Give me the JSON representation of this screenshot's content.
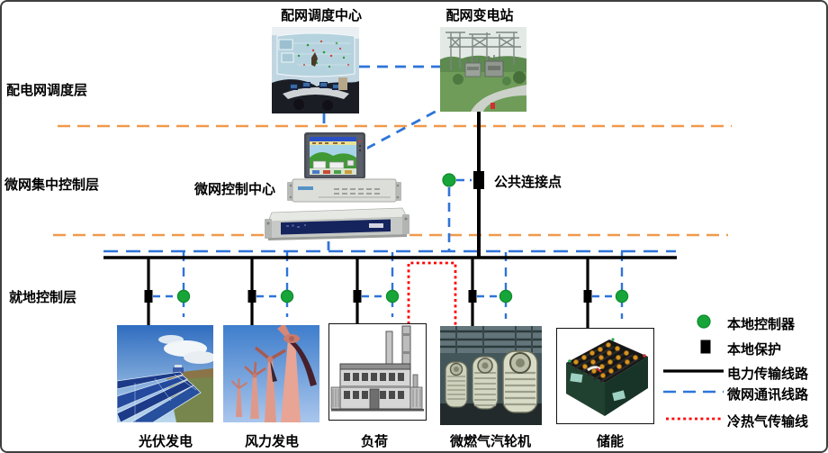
{
  "titles": {
    "dispatch_center": "配网调度中心",
    "substation": "配网变电站",
    "control_center": "微网控制中心",
    "pcc": "公共连接点"
  },
  "layers": {
    "dispatch_layer": "配电网调度层",
    "central_control_layer": "微网集中控制层",
    "local_control_layer": "就地控制层"
  },
  "units": [
    {
      "label": "光伏发电"
    },
    {
      "label": "风力发电"
    },
    {
      "label": "负荷"
    },
    {
      "label": "微燃气汽轮机"
    },
    {
      "label": "储能"
    }
  ],
  "legend": {
    "items": [
      {
        "label": "本地控制器",
        "symbol": "green-dot"
      },
      {
        "label": "本地保护",
        "symbol": "black-square"
      },
      {
        "label": "电力传输线路",
        "symbol": "solid-black-line"
      },
      {
        "label": "微网通讯线路",
        "symbol": "blue-dashed-line"
      },
      {
        "label": "冷热气传输线",
        "symbol": "red-dotted-line"
      }
    ]
  },
  "colors": {
    "communication_blue": "#2E74D8",
    "layer_divider_orange": "#F0994C",
    "power_line_black": "#000000",
    "gas_line_red": "#FF0000",
    "controller_green": "#17A53A"
  }
}
